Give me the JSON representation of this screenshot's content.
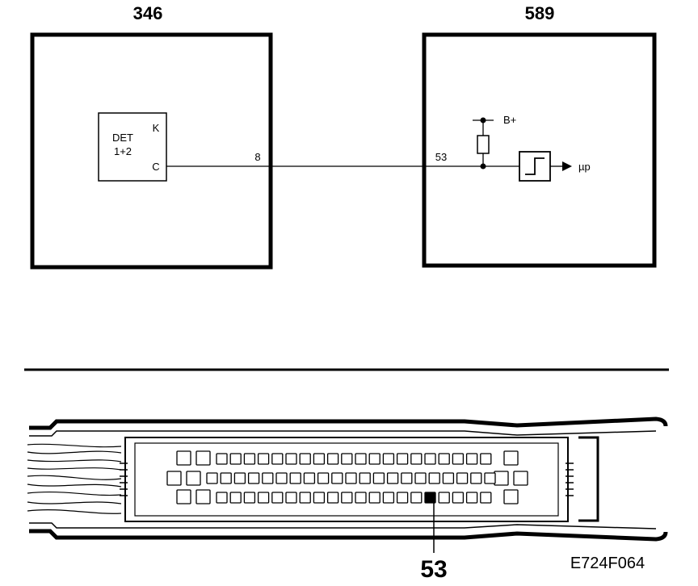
{
  "ecu_left": {
    "id": "346",
    "detector_line1": "DET",
    "detector_line2": "1+2",
    "pin_k": "K",
    "pin_c": "C",
    "wire_pin": "8"
  },
  "ecu_right": {
    "id": "589",
    "wire_pin": "53",
    "supply": "B+",
    "output": "µp"
  },
  "connector": {
    "highlighted_pin": "53"
  },
  "figure_code": "E724F064"
}
